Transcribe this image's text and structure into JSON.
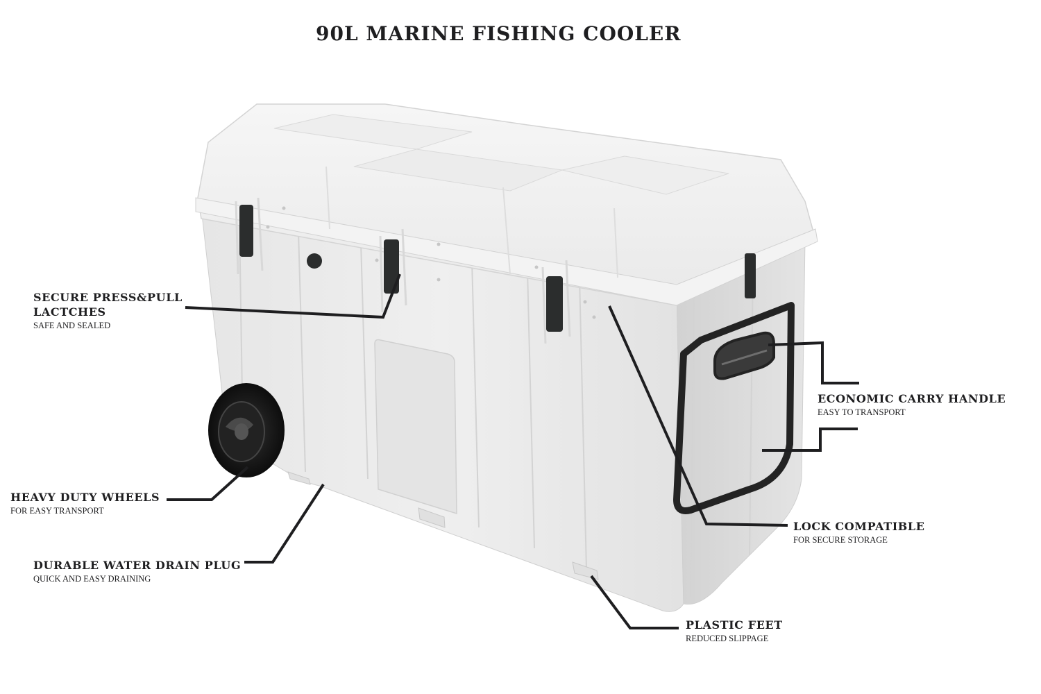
{
  "title": "90L MARINE FISHING COOLER",
  "callouts": [
    {
      "id": "latches",
      "title_line1": "SECURE PRESS&PULL",
      "title_line2": "LACTCHES",
      "subtitle": "SAFE AND SEALED"
    },
    {
      "id": "wheels",
      "title": "HEAVY DUTY WHEELS",
      "subtitle": "FOR EASY TRANSPORT"
    },
    {
      "id": "drain",
      "title": "DURABLE WATER DRAIN PLUG",
      "subtitle": "QUICK AND EASY DRAINING"
    },
    {
      "id": "handle",
      "title": "ECONOMIC CARRY HANDLE",
      "subtitle": "EASY TO TRANSPORT"
    },
    {
      "id": "lock",
      "title": "LOCK COMPATIBLE",
      "subtitle": "FOR SECURE STORAGE"
    },
    {
      "id": "feet",
      "title": "PLASTIC FEET",
      "subtitle": "REDUCED SLIPPAGE"
    }
  ],
  "colors": {
    "body": "#ececec",
    "body_shadow": "#d6d6d6",
    "lid": "#f2f2f2",
    "latch": "#2b2d2d",
    "leader_line": "#1e1e20",
    "text": "#1e1e20"
  }
}
